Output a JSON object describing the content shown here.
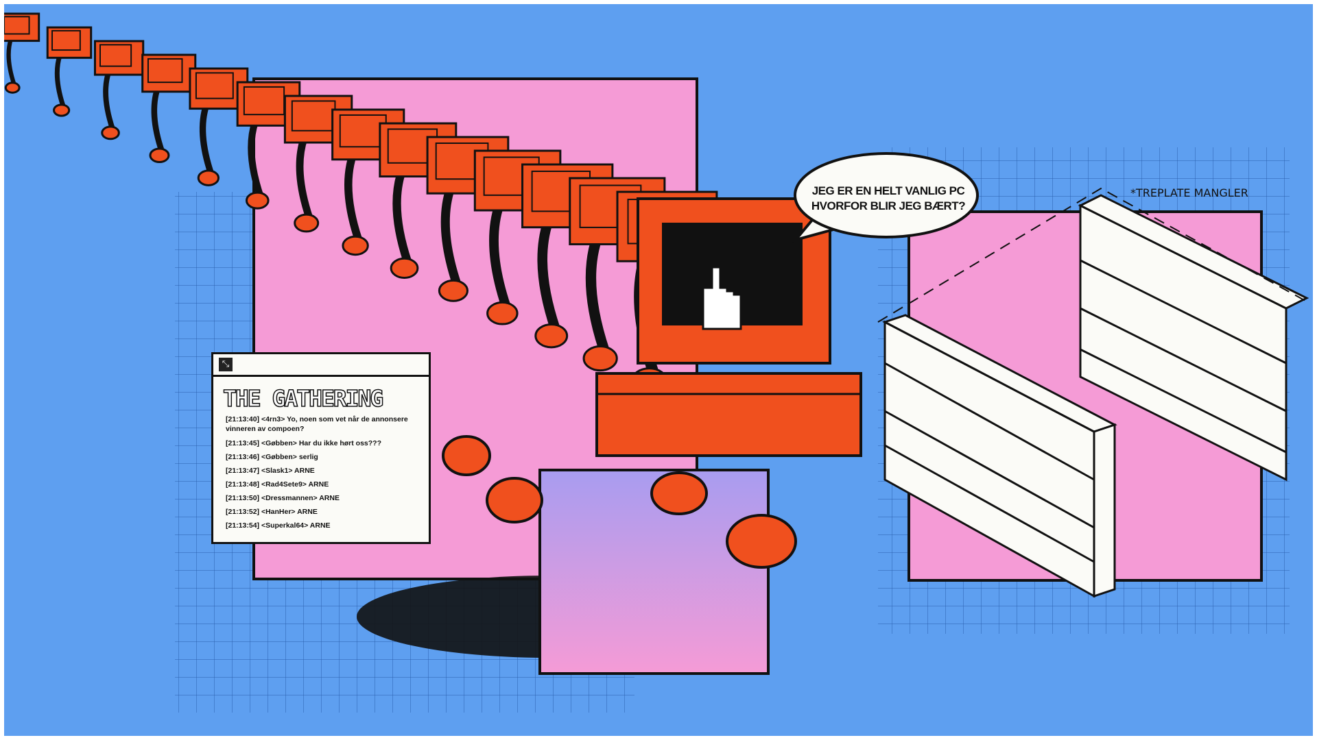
{
  "colors": {
    "background": "#5e9ff0",
    "pink": "#f59bd6",
    "orange": "#f0501e",
    "ink": "#111111",
    "white": "#fbfbf7"
  },
  "chat_window": {
    "icon": "resize-icon",
    "title": "THE GATHERING",
    "messages": [
      {
        "time": "[21:13:40]",
        "user": "<4rn3>",
        "text": "Yo, noen som vet når de annonsere vinneren av compoen?"
      },
      {
        "time": "[21:13:45]",
        "user": "<Gøbben>",
        "text": "Har du ikke hørt oss???"
      },
      {
        "time": "[21:13:46]",
        "user": "<Gøbben>",
        "text": "serlig"
      },
      {
        "time": "[21:13:47]",
        "user": "<Slask1>",
        "text": "ARNE"
      },
      {
        "time": "[21:13:48]",
        "user": "<Rad4Sete9>",
        "text": "ARNE"
      },
      {
        "time": "[21:13:50]",
        "user": "<Dressmannen>",
        "text": "ARNE"
      },
      {
        "time": "[21:13:52]",
        "user": "<HanHer>",
        "text": "ARNE"
      },
      {
        "time": "[21:13:54]",
        "user": "<Superkal64>",
        "text": "ARNE"
      }
    ]
  },
  "speech_bubble": {
    "line1": "JEG ER EN HELT VANLIG PC",
    "line2": "HVORFOR BLIR JEG BÆRT?"
  },
  "shelf_note": "*TREPLATE MANGLER"
}
